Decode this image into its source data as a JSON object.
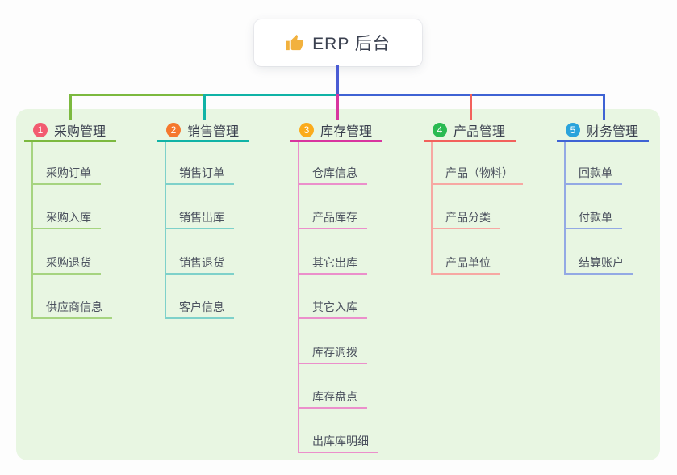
{
  "root": {
    "title": "ERP 后台",
    "icon": "thumbs-up-icon"
  },
  "colors": {
    "page_bg": "#fdfdfd",
    "panel_bg": "#e8f6e2",
    "root_line": "#4a5cd4",
    "title_text": "#3b4150",
    "branch_text": "#3a3f4e",
    "child_text": "#4b515e",
    "thumb_icon": "#f2b13d"
  },
  "branches": [
    {
      "num": "1",
      "label": "采购管理",
      "line_color": "#7cb93f",
      "line_light": "#a6d480",
      "badge_color": "#f25b70",
      "children": [
        "采购订单",
        "采购入库",
        "采购退货",
        "供应商信息"
      ]
    },
    {
      "num": "2",
      "label": "销售管理",
      "line_color": "#10b3a6",
      "line_light": "#7ed1ca",
      "badge_color": "#f5782d",
      "children": [
        "销售订单",
        "销售出库",
        "销售退货",
        "客户信息"
      ]
    },
    {
      "num": "3",
      "label": "库存管理",
      "line_color": "#d8359f",
      "line_light": "#eb8fcb",
      "badge_color": "#fbab1b",
      "children": [
        "仓库信息",
        "产品库存",
        "其它出库",
        "其它入库",
        "库存调拨",
        "库存盘点",
        "出库库明细"
      ]
    },
    {
      "num": "4",
      "label": "产品管理",
      "line_color": "#f2615c",
      "line_light": "#f7a8a3",
      "badge_color": "#2aba52",
      "children": [
        "产品（物料）",
        "产品分类",
        "产品单位"
      ]
    },
    {
      "num": "5",
      "label": "财务管理",
      "line_color": "#3f63d4",
      "line_light": "#93a9e4",
      "badge_color": "#2aa3db",
      "children": [
        "回款单",
        "付款单",
        "结算账户"
      ]
    }
  ]
}
